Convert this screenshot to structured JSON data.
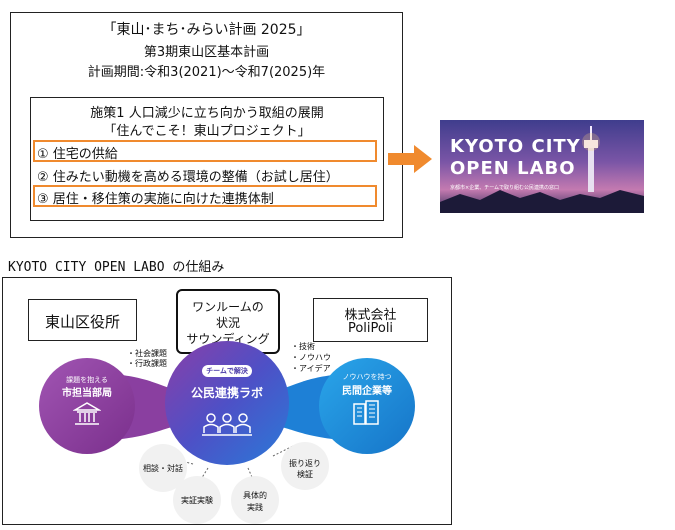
{
  "plan": {
    "title": "「東山･まち･みらい計画 2025」",
    "subtitle": "第3期東山区基本計画",
    "period": "計画期間:令和3(2021)～令和7(2025)年"
  },
  "measure": {
    "heading": "施策1 人口減少に立ち向かう取組の展開",
    "project": "「住んでこそ！東山プロジェクト」",
    "items": [
      "① 住宅の供給",
      "② 住みたい動機を高める環境の整備（お試し居住）",
      "③ 居住・移住策の実施に向けた連携体制"
    ]
  },
  "banner": {
    "line1": "KYOTO CITY",
    "line2": "OPEN LABO",
    "caption": "京都市×企業、チームで取り組む公民連携の窓口"
  },
  "section_title": "KYOTO CITY OPEN LABO の仕組み",
  "diagram": {
    "ward_office": "東山区役所",
    "oneroom": [
      "ワンルームの",
      "状況",
      "サウンディング"
    ],
    "company": [
      "株式会社",
      "PoliPoli"
    ],
    "left_notes": [
      "・社会課題",
      "・行政課題"
    ],
    "right_notes": [
      "・技術",
      "・ノウハウ",
      "・アイデア"
    ],
    "left_circle": {
      "top": "課題を抱える",
      "main": "市担当部局"
    },
    "right_circle": {
      "top": "ノウハウを持つ",
      "main": "民間企業等"
    },
    "center_circle": {
      "pill": "チームで解決",
      "main": "公民連携ラボ"
    },
    "steps": [
      "相談・対話",
      "実証実験",
      "具体的",
      "実践",
      "振り返り",
      "検証"
    ]
  },
  "colors": {
    "accent": "#f08a2e",
    "purple": "#8e3f9e",
    "blue": "#1e88d8",
    "center": "#4a52c8"
  }
}
